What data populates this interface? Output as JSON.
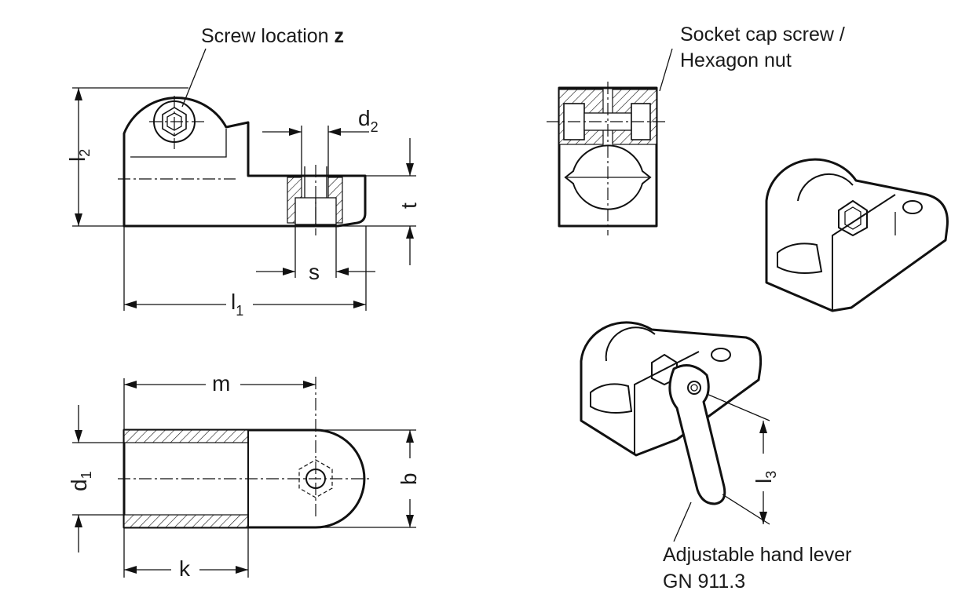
{
  "labels": {
    "screw_location": "Screw location",
    "screw_location_var": "z",
    "socket_cap_line1": "Socket cap screw /",
    "socket_cap_line2": "Hexagon nut",
    "hand_lever_line1": "Adjustable hand lever",
    "hand_lever_line2": "GN 911.3"
  },
  "dimensions": {
    "l2": {
      "main": "l",
      "sub": "2"
    },
    "d2": {
      "main": "d",
      "sub": "2"
    },
    "t": {
      "main": "t"
    },
    "s": {
      "main": "s"
    },
    "l1": {
      "main": "l",
      "sub": "1"
    },
    "m": {
      "main": "m"
    },
    "d1": {
      "main": "d",
      "sub": "1"
    },
    "b": {
      "main": "b"
    },
    "k": {
      "main": "k"
    },
    "l3": {
      "main": "l",
      "sub": "3"
    }
  }
}
